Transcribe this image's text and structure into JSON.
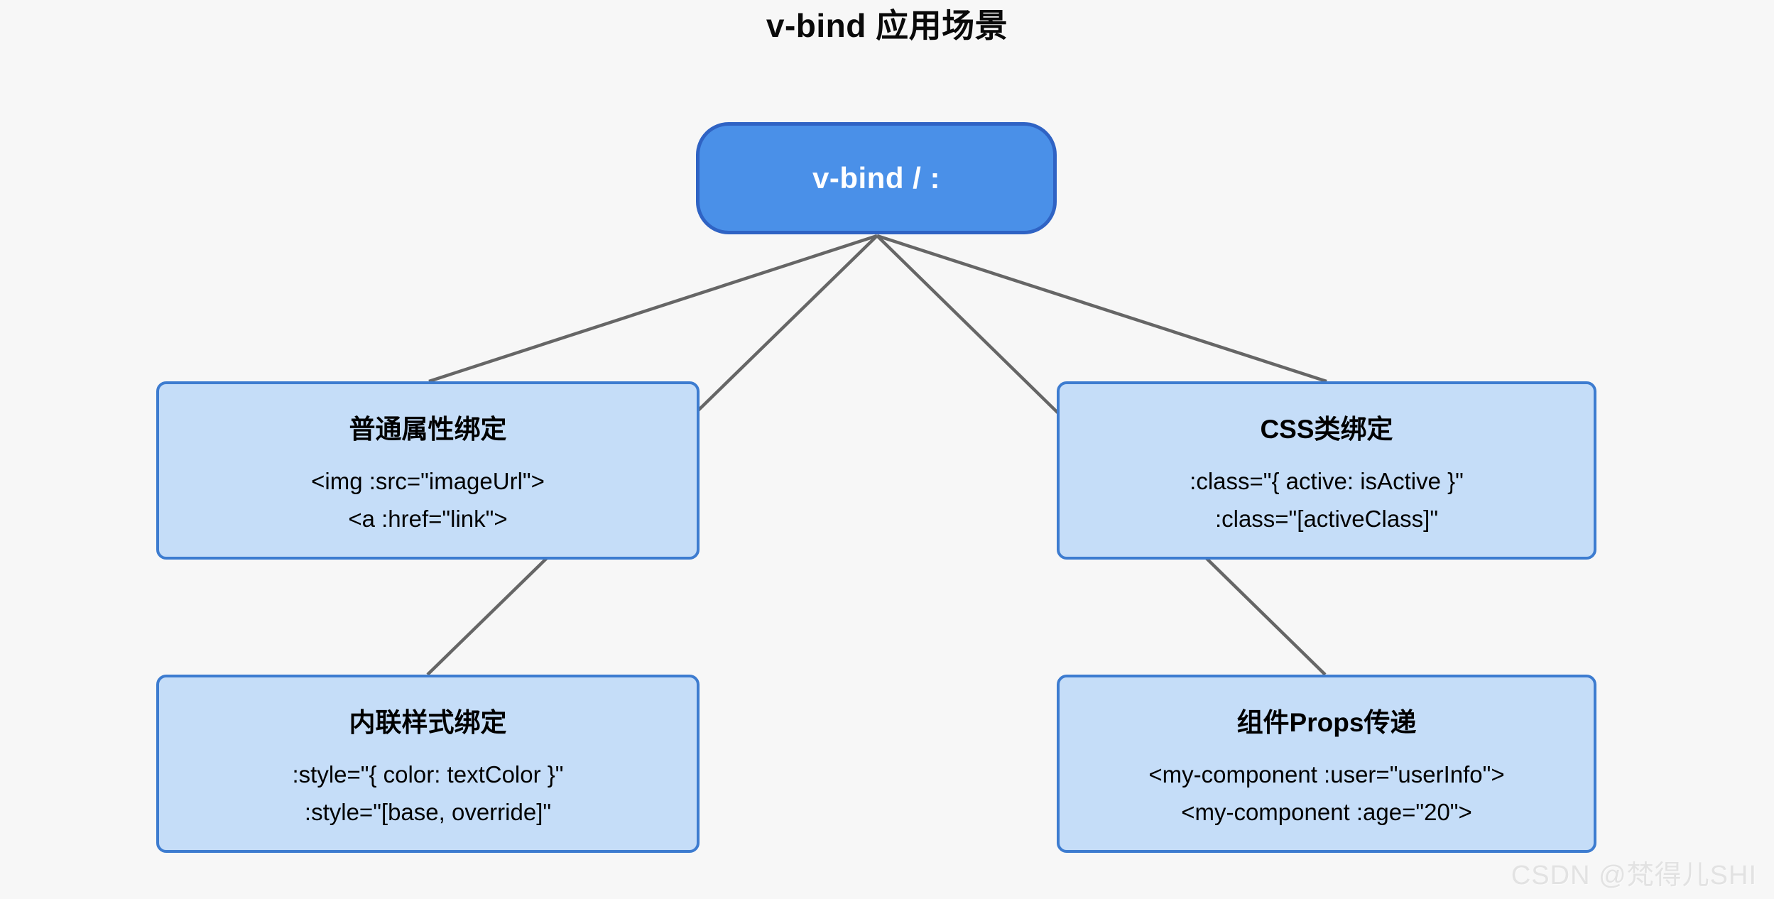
{
  "title": "v-bind 应用场景",
  "background_color": "#f7f7f7",
  "colors": {
    "root_fill": "#4a90e8",
    "root_border": "#2f63c4",
    "root_text": "#ffffff",
    "leaf_fill": "#c5ddf8",
    "leaf_border": "#3d7cd0",
    "leaf_text": "#000000",
    "connector": "#666666",
    "watermark": "#e2e2e2"
  },
  "root": {
    "label": "v-bind / :"
  },
  "nodes": [
    {
      "id": "attribute-binding",
      "title": "普通属性绑定",
      "lines": [
        "<img :src=\"imageUrl\">",
        "<a :href=\"link\">"
      ]
    },
    {
      "id": "css-class-binding",
      "title": "CSS类绑定",
      "lines": [
        ":class=\"{ active: isActive }\"",
        ":class=\"[activeClass]\""
      ]
    },
    {
      "id": "inline-style-binding",
      "title": "内联样式绑定",
      "lines": [
        ":style=\"{ color: textColor }\"",
        ":style=\"[base, override]\""
      ]
    },
    {
      "id": "component-props",
      "title": "组件Props传递",
      "lines": [
        "<my-component :user=\"userInfo\">",
        "<my-component :age=\"20\">"
      ]
    }
  ],
  "watermark": "CSDN @梵得儿SHI"
}
